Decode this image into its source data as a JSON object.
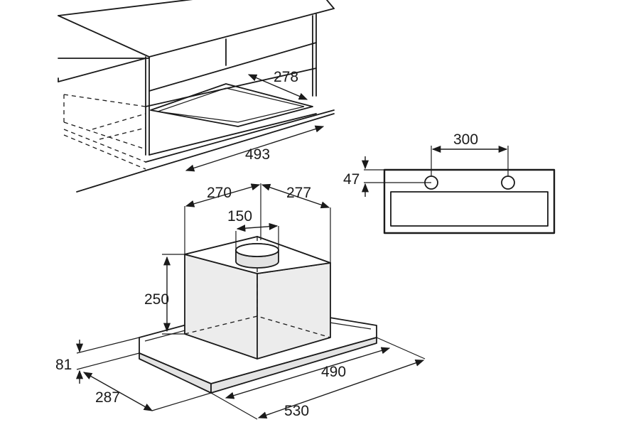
{
  "dimensions": {
    "cabinet_depth": "278",
    "cabinet_width": "493",
    "rear_spacing": "300",
    "rear_offset": "47",
    "duct_left": "270",
    "duct_right": "277",
    "duct_diameter": "150",
    "body_height": "250",
    "frame_height": "81",
    "frame_depth": "287",
    "body_width": "490",
    "frame_width": "530"
  },
  "colors": {
    "line": "#1a1a1a",
    "shade": "#e3e3e3",
    "background": "#ffffff"
  }
}
